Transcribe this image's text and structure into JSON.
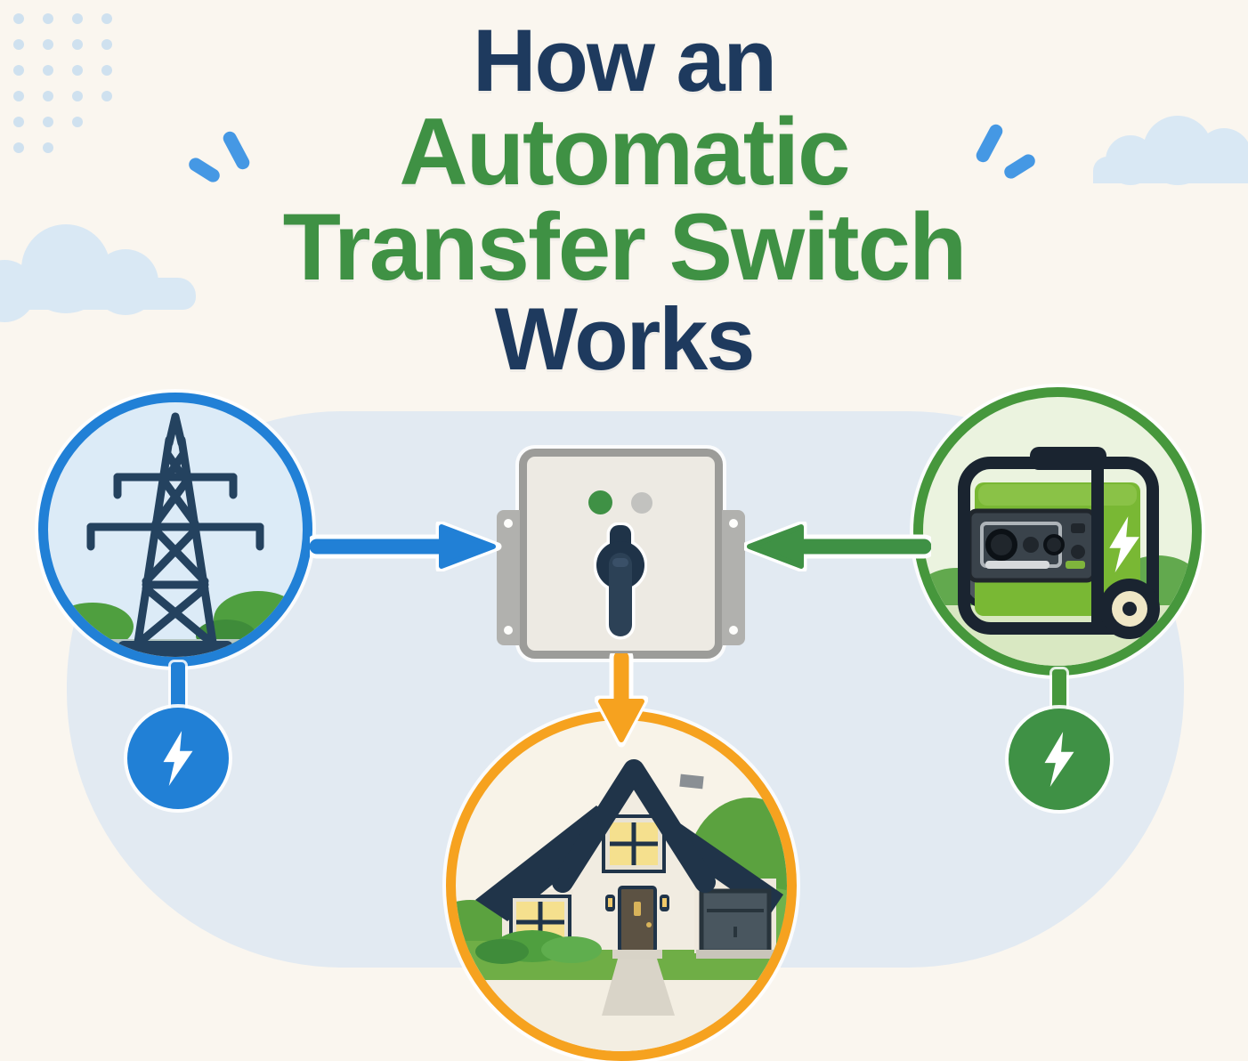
{
  "title": {
    "line1": "How an",
    "line2": "Automatic",
    "line3": "Transfer Switch",
    "line4": "Works"
  },
  "colors": {
    "background": "#faf6ef",
    "panel_blue": "#e2eaf2",
    "title_navy": "#1e3a5e",
    "title_green": "#3f9144",
    "utility_blue": "#2180d6",
    "generator_green": "#3f9145",
    "house_orange": "#f6a21f",
    "switch_gray": "#9c9c99"
  },
  "diagram": {
    "nodes": [
      {
        "id": "utility-power",
        "icon": "transmission-tower-icon"
      },
      {
        "id": "transfer-switch",
        "icon": "transfer-switch-icon"
      },
      {
        "id": "backup-generator",
        "icon": "generator-icon"
      },
      {
        "id": "home",
        "icon": "house-icon"
      }
    ],
    "connections": [
      {
        "from": "utility-power",
        "to": "transfer-switch",
        "color": "#2180d6"
      },
      {
        "from": "backup-generator",
        "to": "transfer-switch",
        "color": "#3f9145"
      },
      {
        "from": "transfer-switch",
        "to": "home",
        "color": "#f6a21f"
      }
    ],
    "badges": [
      {
        "id": "utility-bolt",
        "icon": "lightning-bolt-icon",
        "color": "#2180d6"
      },
      {
        "id": "generator-bolt",
        "icon": "lightning-bolt-icon",
        "color": "#3f9145"
      }
    ]
  },
  "decor": {
    "dot_rows": [
      4,
      4,
      4,
      4,
      3,
      2
    ]
  }
}
